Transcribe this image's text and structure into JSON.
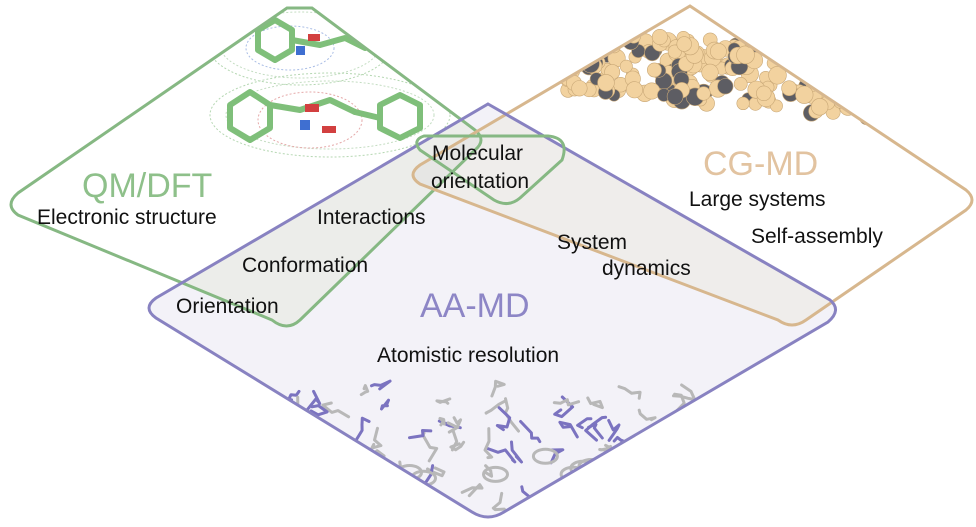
{
  "colors": {
    "qm": "#86b883",
    "cg": "#d7b78e",
    "aa": "#8882c1",
    "qm_title": "#8ec08a",
    "cg_title": "#e2c3a0",
    "aa_title": "#8d86c6",
    "text": "#111111",
    "cg_bead_light": "#f2d29f",
    "cg_bead_dark": "#5d5d63",
    "aa_stick": "#7b73c0",
    "aa_stick_grey": "#b8b8b8",
    "qm_stick": "#7fbf7a"
  },
  "regions": {
    "qm": {
      "title": "QM/DFT",
      "labels": [
        "Electronic structure"
      ]
    },
    "cg": {
      "title": "CG-MD",
      "labels": [
        "Large systems",
        "Self-assembly"
      ]
    },
    "aa": {
      "title": "AA-MD",
      "labels": [
        "Atomistic resolution"
      ]
    }
  },
  "overlaps": {
    "qm_aa": [
      "Interactions",
      "Conformation",
      "Orientation"
    ],
    "qm_cg": [
      "Molecular",
      "orientation"
    ],
    "aa_cg": [
      "System",
      "dynamics"
    ]
  },
  "icons": {
    "qm": "molecular-mesh-icon",
    "cg": "coarse-grained-beads-icon",
    "aa": "atomistic-sticks-icon"
  }
}
